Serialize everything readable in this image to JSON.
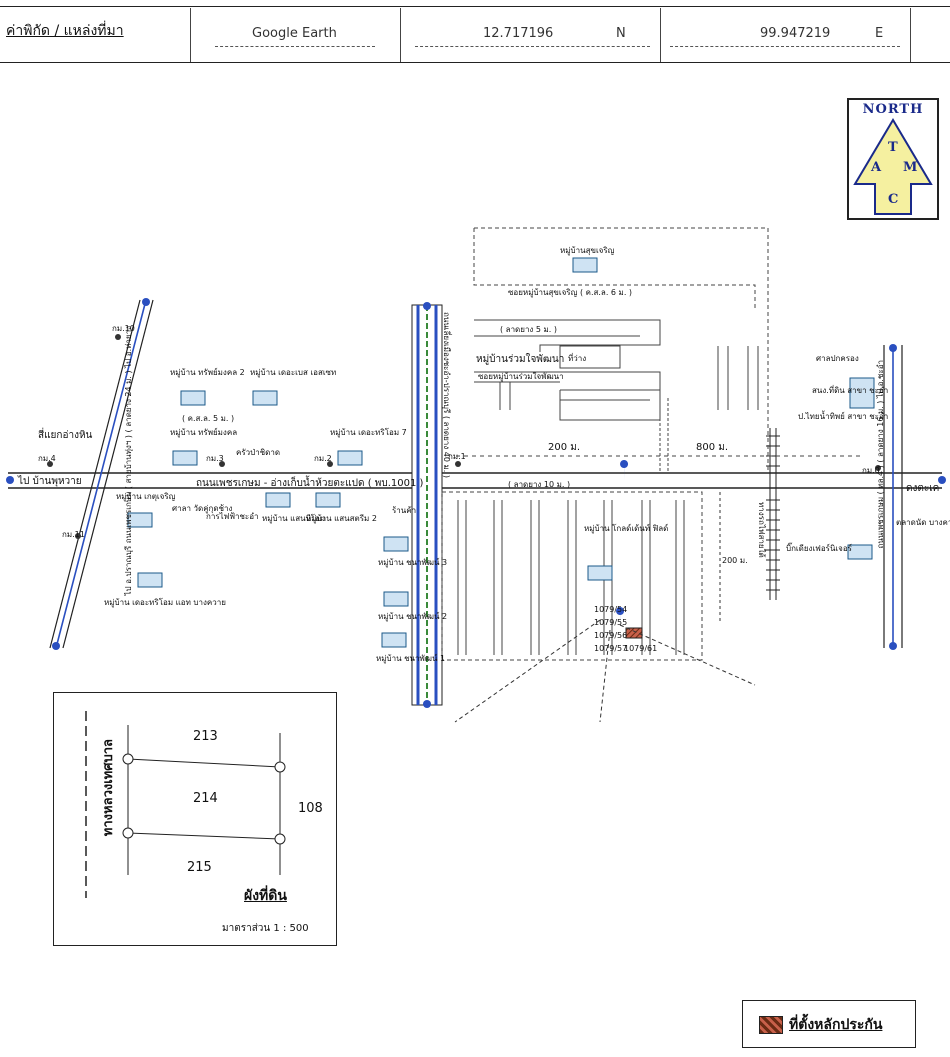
{
  "header": {
    "coord_label": "ค่าพิกัด / แหล่งที่มา",
    "source": "Google Earth",
    "lat": "12.717196",
    "lat_dir": "N",
    "lon": "99.947219",
    "lon_dir": "E"
  },
  "north_arrow": {
    "title": "NORTH",
    "letters": [
      "T",
      "A",
      "M",
      "C"
    ]
  },
  "map": {
    "main_road": "ถนนเพชรเกษม - อ่างเก็บน้ำห้วยตะแปด ( พบ.1001 )",
    "to_left": "ไป บ้านพุหวาย",
    "to_right": "ดงตะเค",
    "junction": "สี่แยกอ่างหิน",
    "km_markers": [
      "กม.10",
      "กม.4",
      "กม.11",
      "กม.3",
      "กม.2",
      "กม.1",
      "กม.0"
    ],
    "villages": [
      "หมู่บ้าน ทรัพย์มงคล 2",
      "หมู่บ้าน เดอะเบส เอสเซท",
      "หมู่บ้าน ทรัพย์มงคล",
      "หมู่บ้าน เดอะทริโอม 7",
      "หมู่บ้าน เกตุเจริญ",
      "หมู่บ้าน แสนบีโอม",
      "หมู่บ้าน แสนสตรีม 2",
      "หมู่บ้าน เดอะทริโอม แอท บางควาย",
      "หมู่บ้าน ชนาพัฒน์ 3",
      "หมู่บ้าน ชนาพัฒน์ 2",
      "หมู่บ้าน ชนาพัฒน์ 1",
      "หมู่บ้านสุขเจริญ",
      "หมู่บ้านร่วมใจพัฒนา",
      "หมู่บ้าน โกลด์เด้นท์ ฟิลด์"
    ],
    "places": [
      "ครัวป่าชิดาด",
      "ศาลา วัดคู่กุดช้าง",
      "การไฟฟ้าชะอำ",
      "ร้านค้า",
      "ศาลปกครอง",
      "สนง.ที่ดิน สาขา ชะอำ",
      "ป.ไทยน้ำทิพย์ สาขา ชะอำ",
      "บิ๊กเดียงเฟอร์นิเจอร์",
      "ตลาดนัด บางควาย",
      "ที่ว่าง",
      "ทางรถไฟสายใต้"
    ],
    "road_labels": [
      "( ลาดยาง 10 ม. )",
      "( ลาดยาง 5 ม. )",
      "ซอยหมู่บ้านสุขเจริญ ( ค.ส.ล. 6 ม. )",
      "ซอยหมู่บ้านร่วมใจพัฒนา",
      "( ค.ส.ล. 5 ม. )"
    ],
    "vertical_roads": [
      "ไป อ.ปราณบุรี ถนนเพชรเกษม ( สายบ้านทุ่งฯ ) ( ลาดยาง 24 ม. ) ไป อ.ท่ายาง",
      "ถนนเลี่ยงเมืองชะอำ-ปราณบุรี ( ลาดยาง 40 ม. )",
      "ถนนเพชรเกษม ( ทล.4 ) ( ลาดยาง 16 ม. ) ไป อ.ชะอำ"
    ],
    "distances": [
      "200 ม.",
      "800 ม.",
      "200 ม."
    ],
    "plot_numbers": [
      "1079/54",
      "1079/55",
      "1079/56",
      "1079/57",
      "1079/61"
    ]
  },
  "plan": {
    "top": "213",
    "middle": "214",
    "bottom": "215",
    "right": "108",
    "road": "ทางหลวงเทศบาล",
    "title": "ผังที่ดิน",
    "scale": "มาตราส่วน 1 : 500"
  },
  "legend": {
    "label": "ที่ตั้งหลักประกัน"
  }
}
